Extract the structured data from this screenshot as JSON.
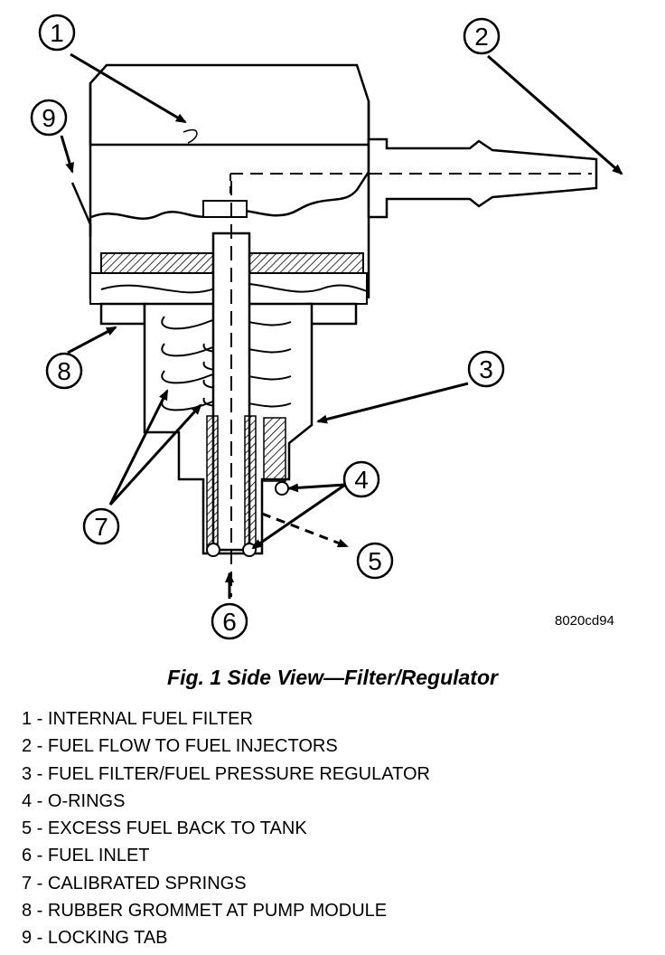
{
  "figure": {
    "reference_code": "8020cd94",
    "caption": "Fig. 1 Side View—Filter/Regulator"
  },
  "callouts": [
    "1",
    "2",
    "3",
    "4",
    "5",
    "6",
    "7",
    "8",
    "9"
  ],
  "legend": [
    "1 - INTERNAL FUEL FILTER",
    "2 - FUEL FLOW TO FUEL INJECTORS",
    "3 - FUEL FILTER/FUEL PRESSURE REGULATOR",
    "4 - O-RINGS",
    "5 - EXCESS FUEL BACK TO TANK",
    "6 - FUEL INLET",
    "7 - CALIBRATED SPRINGS",
    "8 - RUBBER GROMMET AT PUMP MODULE",
    "9 - LOCKING TAB"
  ]
}
